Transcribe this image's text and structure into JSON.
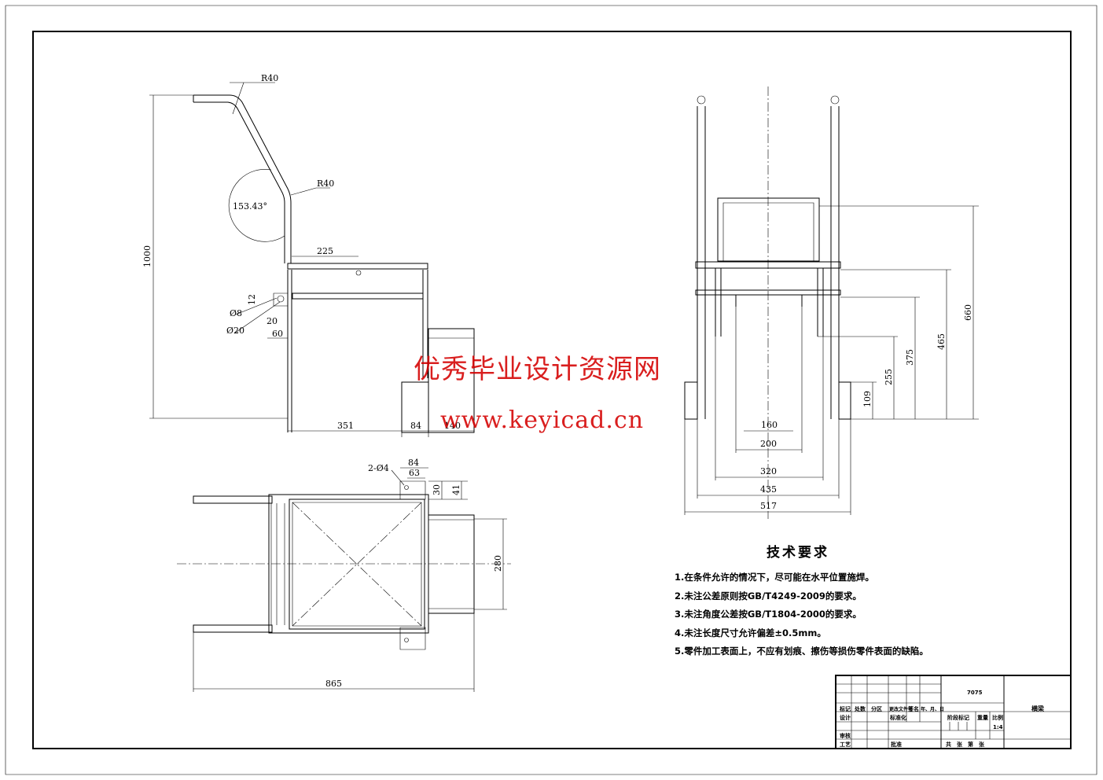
{
  "title_block": {
    "material": "7075",
    "part_name": "横梁",
    "scale": "1:4",
    "labels": {
      "mark": "标记",
      "count": "处数",
      "zone": "分区",
      "change_doc": "更改文件号",
      "signature": "签名",
      "date": "年、月、日",
      "design": "设计",
      "standardize": "标准化",
      "stage_mark": "阶段标记",
      "weight": "重量",
      "ratio": "比例",
      "review": "审核",
      "process": "工艺",
      "approve": "批准",
      "sheets": "共　张　第　张"
    }
  },
  "tech_requirements": {
    "title": "技术要求",
    "items": [
      "1.在条件允许的情况下，尽可能在水平位置施焊。",
      "2.未注公差原则按GB/T4249-2009的要求。",
      "3.未注角度公差按GB/T1804-2000的要求。",
      "4.未注长度尺寸允许偏差±0.5mm。",
      "5.零件加工表面上，不应有划痕、擦伤等损伤零件表面的缺陷。"
    ]
  },
  "watermark": {
    "cn": "优秀毕业设计资源网",
    "url": "www.keyicad.cn"
  },
  "dims": {
    "front": {
      "r1": "R40",
      "r2": "R40",
      "angle": "153.43°",
      "height": "1000",
      "d225": "225",
      "d12": "12",
      "phi8": "Ø8",
      "d20": "20",
      "phi20": "Ø20",
      "d60": "60",
      "d351": "351",
      "d84": "84",
      "d140": "140"
    },
    "side": {
      "d660": "660",
      "d465": "465",
      "d375": "375",
      "d255": "255",
      "d109": "109",
      "d160": "160",
      "d200": "200",
      "d320": "320",
      "d435": "435",
      "d517": "517"
    },
    "top": {
      "holes": "2-Ø4",
      "d84": "84",
      "d63": "63",
      "d30": "30",
      "d41": "41",
      "d280": "280",
      "d865": "865"
    }
  }
}
